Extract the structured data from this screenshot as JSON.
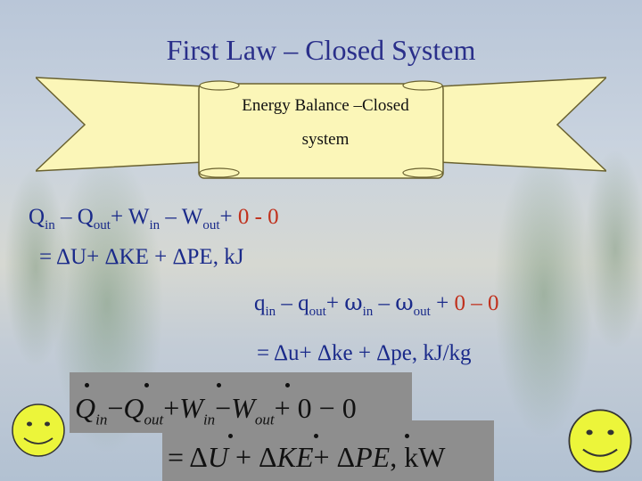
{
  "slide": {
    "title": "First Law – Closed System",
    "banner_line1": "Energy Balance –Closed",
    "banner_line2": "system"
  },
  "eq1": {
    "q": "Q",
    "in": "in",
    "minus": " – ",
    "qout": "Q",
    "out": "out",
    "plus": "+ ",
    "w": "W",
    "win": "in",
    "minus2": " – ",
    "wout": "W",
    "wout_sub": "out",
    "plus2": "+ ",
    "red": "0 - 0",
    "line2": "= ΔU+ ΔKE + ΔPE, kJ"
  },
  "eq2": {
    "q": "q",
    "in": "in",
    "minus": " – ",
    "qout": "q",
    "out": "out",
    "plus": "+ ",
    "w": "ω",
    "win": "in",
    "minus2": " – ",
    "wout": "ω",
    "wout_sub": "out",
    "plus2": " + ",
    "red": "0 – 0",
    "line2": "= Δu+ Δke + Δpe, kJ/kg"
  },
  "rate_eq": {
    "Q": "Q",
    "in": "in",
    "minus": "−",
    "Q2": "Q",
    "out": "out",
    "plus": "+",
    "W": "W",
    "win": "in",
    "minus2": "−",
    "W2": "W",
    "wout": "out",
    "tail": "+ 0 − 0",
    "eq": "=",
    "delta": "Δ",
    "U": "U",
    "plus2": "+",
    "delta2": "Δ",
    "KE": "KE",
    "plus3": "+",
    "delta3": "Δ",
    "PE": "PE",
    "unit": ", kW"
  },
  "colors": {
    "title": "#2a2f8a",
    "equation": "#1a2a8a",
    "accent_red": "#c0301c",
    "scroll": "#fbf6b8",
    "smiley": "#ecf53a",
    "eq_box": "#8e8e8e"
  },
  "icons": [
    "smiley-face-icon",
    "scroll-banner-icon"
  ]
}
